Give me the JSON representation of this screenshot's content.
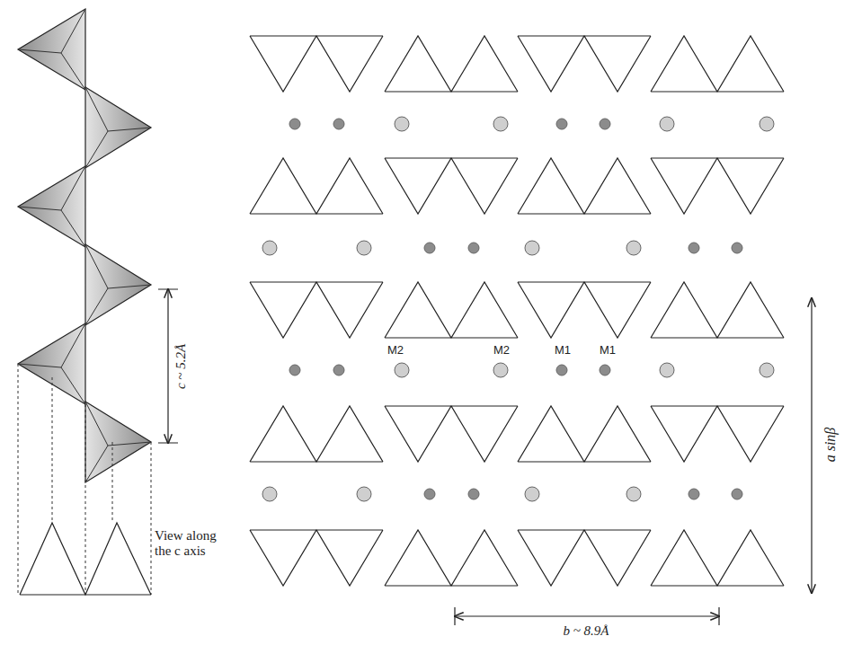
{
  "diagram": {
    "labels": [
      "c ~ 5.2Å",
      "View along the c axis",
      "M2",
      "M2",
      "M1",
      "M1",
      "a sinβ",
      "b ~ 8.9Å"
    ]
  }
}
